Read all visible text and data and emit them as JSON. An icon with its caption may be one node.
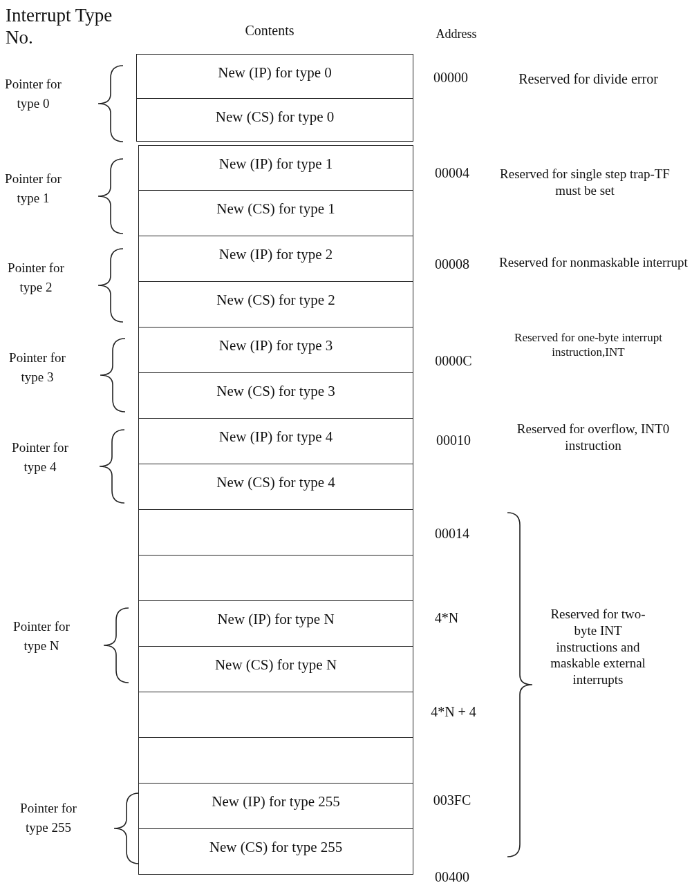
{
  "diagram": {
    "nodes": [
      {
        "text": [
          "New (IP) for type 0"
        ]
      },
      {
        "text": [
          "New (CS) for type 0"
        ]
      },
      {
        "text": [
          "New (IP) for type 1"
        ]
      },
      {
        "text": [
          "New (CS) for type 1"
        ]
      },
      {
        "text": [
          "New (IP) for type 2"
        ]
      },
      {
        "text": [
          "New (CS) for type 2"
        ]
      },
      {
        "text": [
          "New (IP) for type 3"
        ]
      },
      {
        "text": [
          "New (CS) for type 3"
        ]
      },
      {
        "text": [
          "New (IP) for type 4"
        ]
      },
      {
        "text": [
          "New (CS) for type 4"
        ]
      },
      {
        "text": [],
        "shape": "box"
      },
      {
        "text": [],
        "shape": "box"
      },
      {
        "text": [
          "New (IP) for type N"
        ]
      },
      {
        "text": [
          "New (CS) for type N"
        ]
      },
      {
        "text": [],
        "shape": "box"
      },
      {
        "text": [],
        "shape": "box"
      },
      {
        "text": [
          "New (IP) for type 255"
        ]
      },
      {
        "text": [
          "New (CS) for type 255"
        ]
      }
    ],
    "edges": [],
    "labels": [
      "Interrupt Type No.",
      "Contents",
      "Address",
      "Pointer for type 0",
      "00000",
      "Reserved for divide error",
      "Pointer for type 1",
      "00004",
      "Reserved for single step trap-TF must be set",
      "Pointer for type 2",
      "00008",
      "Reserved for nonmaskable interrupt",
      "Pointer for type 3",
      "0000C",
      "Reserved for one-byte interrupt instruction,INT",
      "Pointer for type 4",
      "00010",
      "Reserved for overflow, INT0 instruction",
      "00014",
      "Pointer for type N",
      "4*N",
      "Reserved for two-byte INT instructions and maskable external interrupts",
      "4*N + 4",
      "Pointer for type 255",
      "003FC",
      "00400"
    ]
  }
}
